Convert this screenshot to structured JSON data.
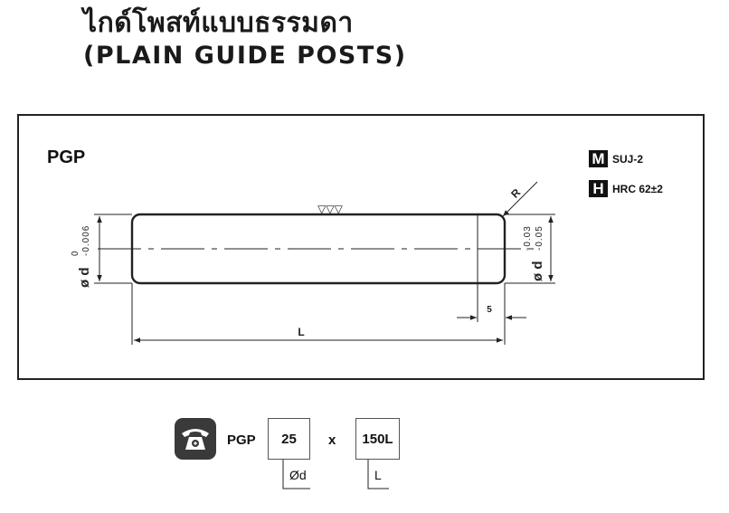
{
  "header": {
    "title_th": "ไกด์โพสท์แบบธรรมดา",
    "title_en": "(PLAIN GUIDE POSTS)"
  },
  "drawing": {
    "code": "PGP",
    "surface_mark": "▽▽▽",
    "radius_label": "R",
    "length_label": "L",
    "chamfer_label": "5",
    "left_dim": {
      "prefix": "ø d",
      "upper": "0",
      "lower": "-0.006"
    },
    "right_dim": {
      "prefix": "ø d",
      "upper": "-0.03",
      "lower": "-0.05"
    }
  },
  "materials": [
    {
      "badge": "M",
      "text": "SUJ-2"
    },
    {
      "badge": "H",
      "text": "HRC 62±2"
    }
  ],
  "ordering": {
    "icon": "telephone-icon",
    "code": "PGP",
    "diameter": "25",
    "times": "x",
    "length": "150L",
    "diameter_label": "Ød",
    "length_label": "L"
  },
  "colors": {
    "line": "#222222",
    "badge_bg": "#111111",
    "icon_bg": "#3a3a3a"
  }
}
